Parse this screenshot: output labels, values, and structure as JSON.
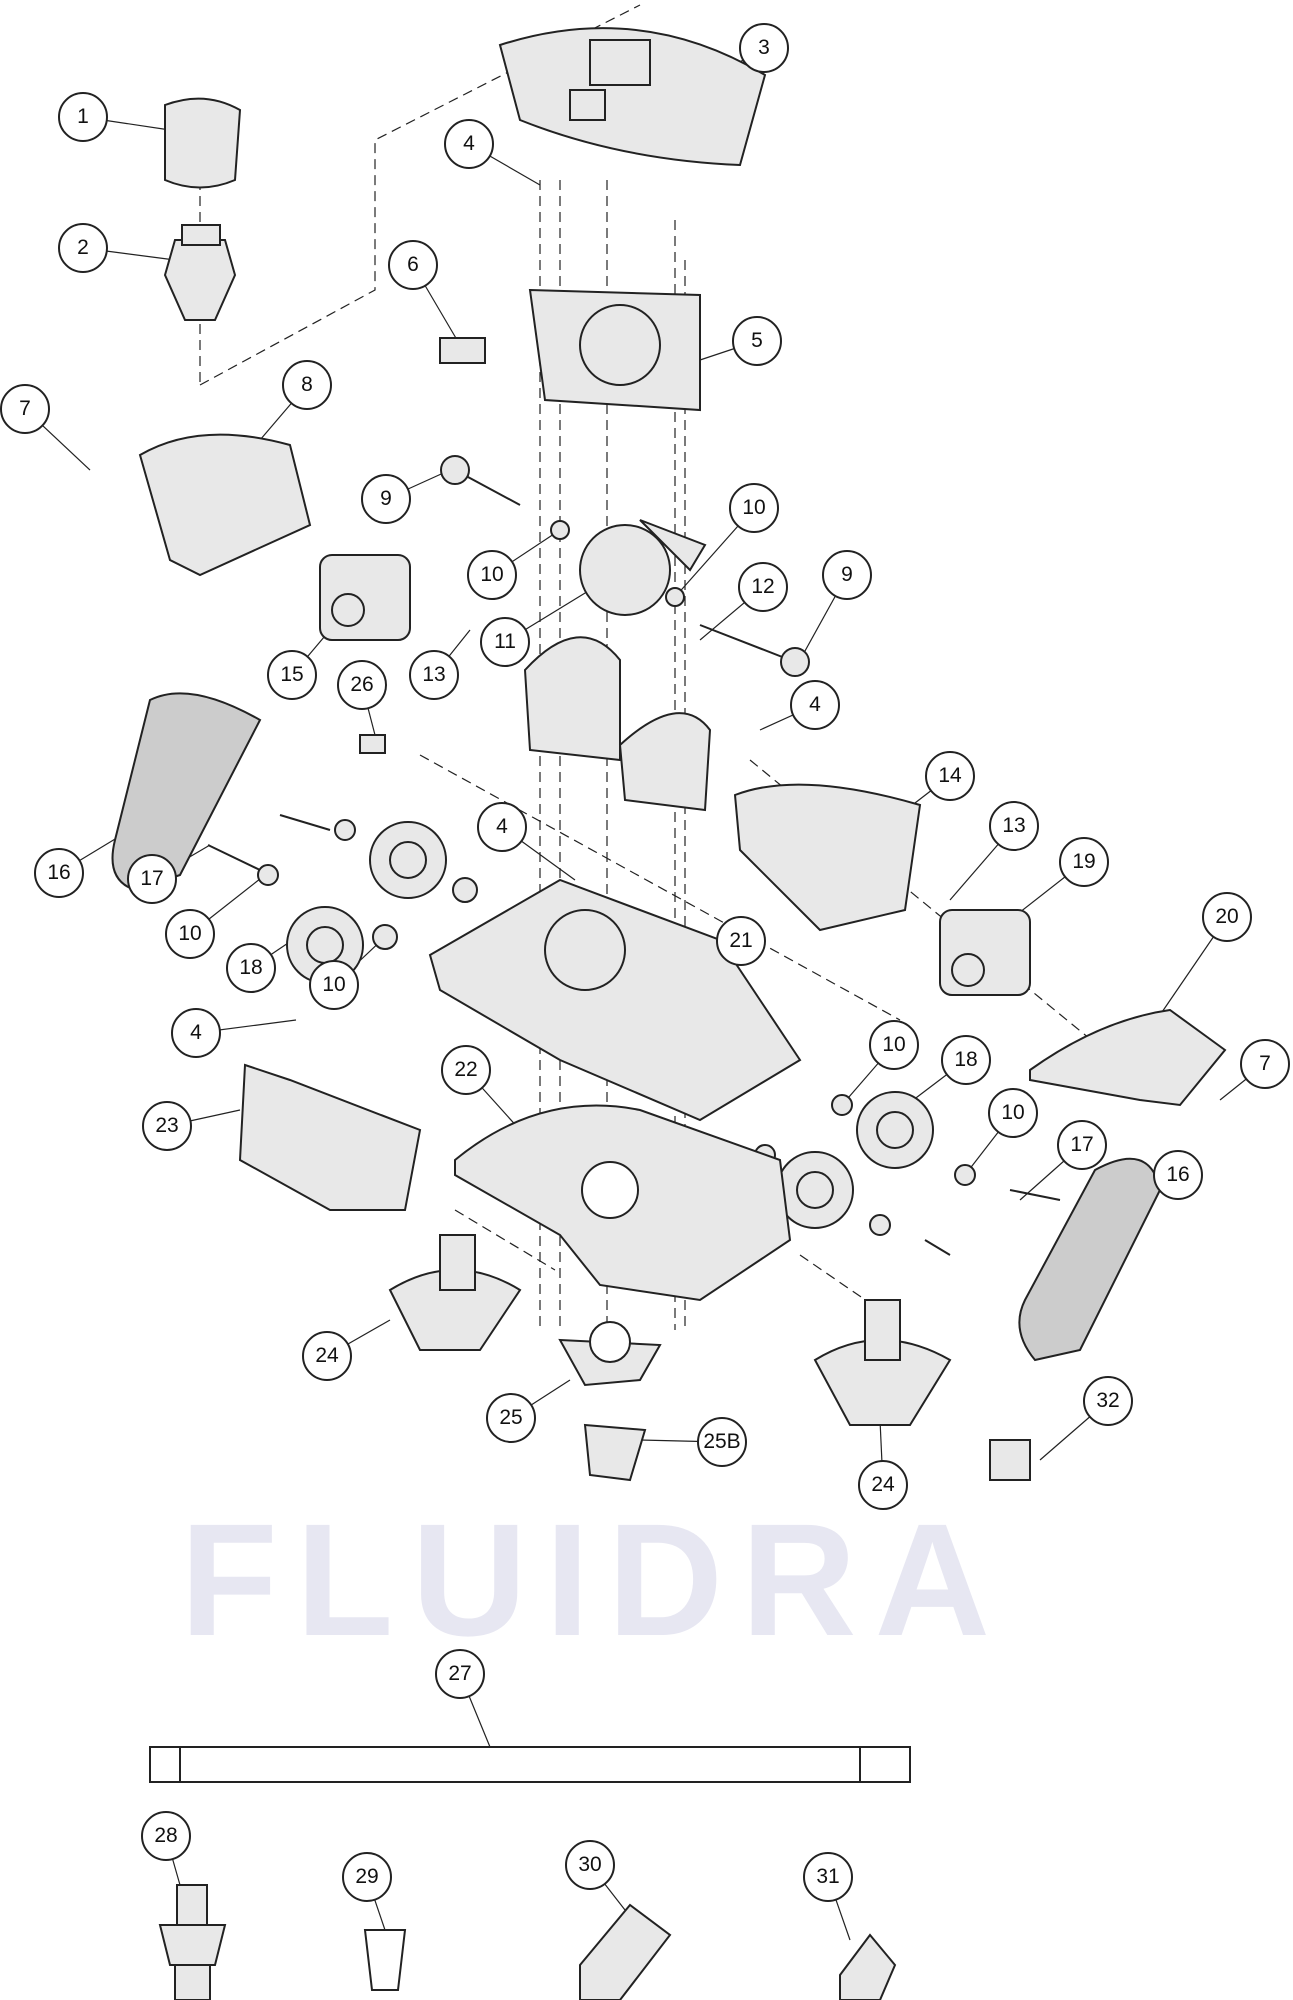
{
  "diagram": {
    "watermark": "FLUIDRA",
    "callouts": [
      "1",
      "2",
      "3",
      "4",
      "5",
      "6",
      "7",
      "8",
      "9",
      "10",
      "10",
      "11",
      "12",
      "9",
      "15",
      "13",
      "26",
      "4",
      "14",
      "16",
      "17",
      "13",
      "19",
      "4",
      "10",
      "18",
      "10",
      "21",
      "20",
      "4",
      "10",
      "18",
      "7",
      "22",
      "23",
      "10",
      "17",
      "16",
      "24",
      "25",
      "25B",
      "32",
      "24",
      "27",
      "28",
      "29",
      "30",
      "31"
    ]
  },
  "colors": {
    "line": "#222222",
    "part_fill": "#e8e8e8",
    "watermark": "#e3e3f0"
  }
}
